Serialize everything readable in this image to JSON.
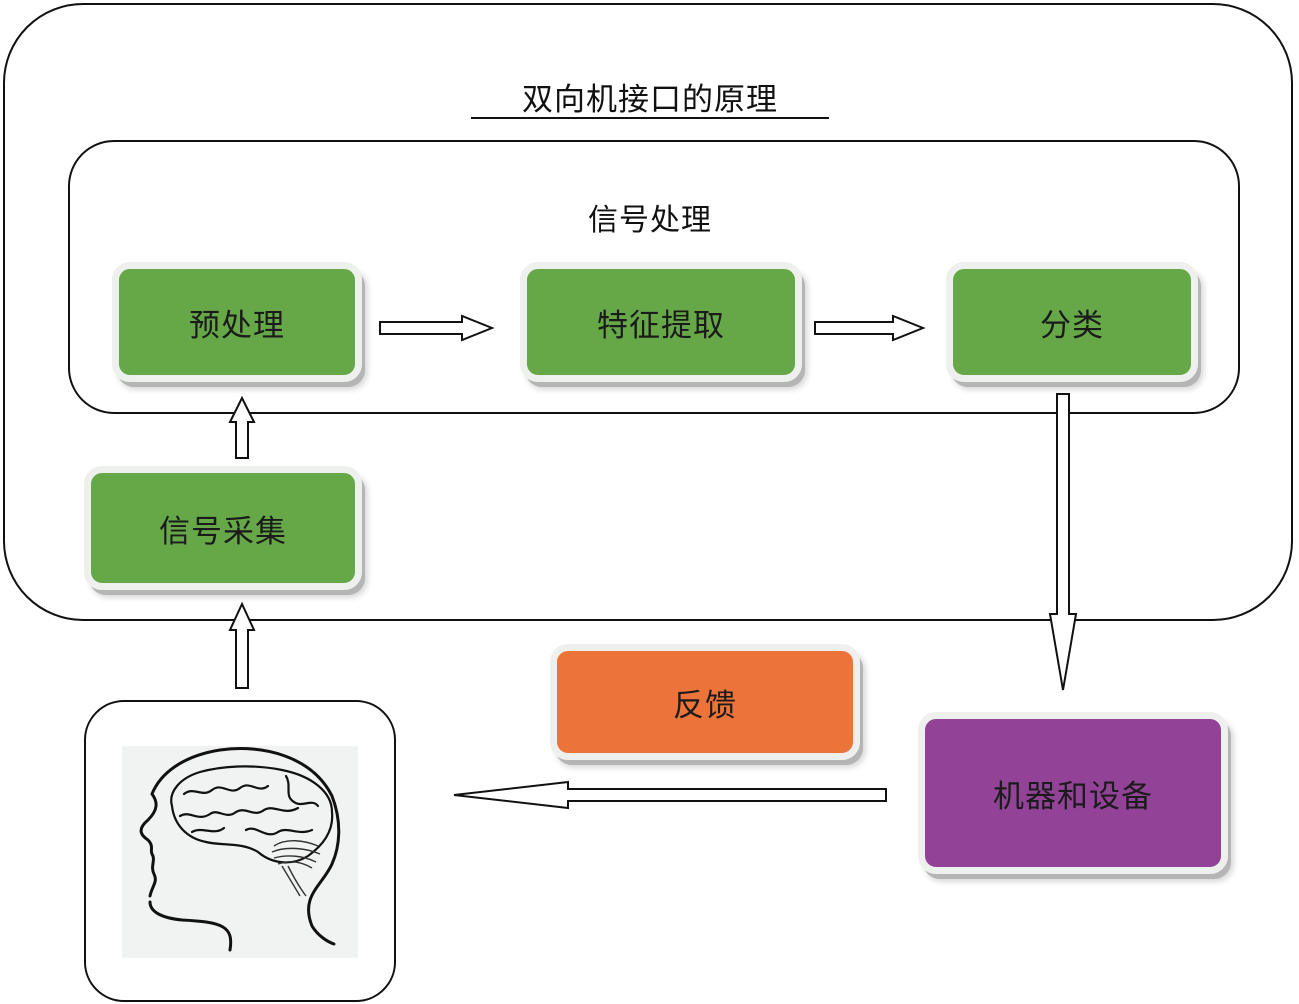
{
  "diagram": {
    "title": "双向机接口的原理",
    "signal_processing": {
      "label": "信号处理",
      "steps": [
        "预处理",
        "特征提取",
        "分类"
      ]
    },
    "acquisition": "信号采集",
    "feedback": "反馈",
    "devices": "机器和设备",
    "brain_icon": "head-with-brain-illustration",
    "colors": {
      "processing": "#66a848",
      "feedback": "#ec7339",
      "devices": "#924398"
    }
  }
}
